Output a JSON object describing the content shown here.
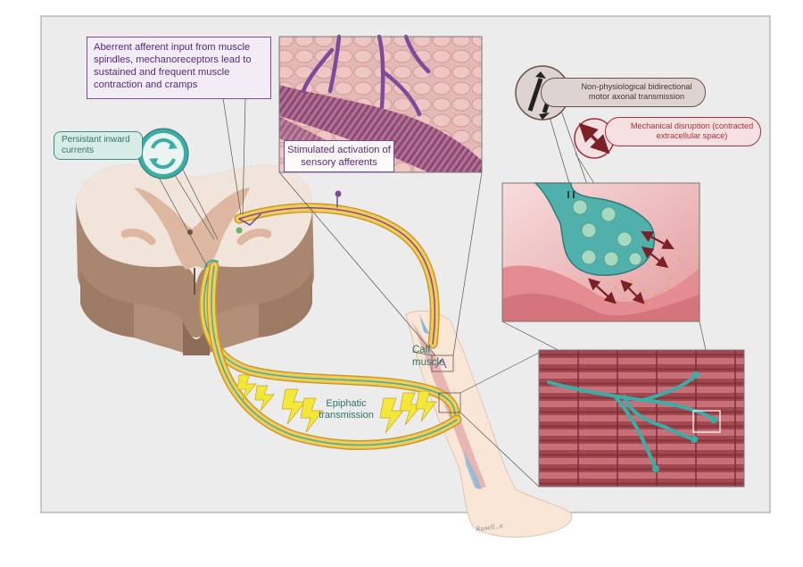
{
  "labels": {
    "aberrent": "Aberrent afferent input from muscle spindles, mechanoreceptors lead to sustained and frequent muscle contraction and cramps",
    "persistent": "Persistant inward currents",
    "stimulated": "Stimulated activation of sensory afferents",
    "nonphysiological": "Non-physiological bidirectional motor axonal transmission",
    "mechanical": "Mechanical disruption (contracted extracellular space)",
    "calf": "Calf muscle",
    "epiphatic": "Epiphatic transmission",
    "signature": "Ruseli..n"
  },
  "colors": {
    "panel": "#ececec",
    "border": "#9a9a9a",
    "myelin": "#f2cc55",
    "axon_teal": "#3aaea6",
    "sensory_purple": "#7d4b9a",
    "muscle_red": "#b05a68",
    "lightning": "#f3e83a",
    "spinal_cord": "#f1e4da",
    "gray_matter": "#ddb79f",
    "skin": "#fae6d7"
  },
  "icons": [
    "cycle-arrows-icon",
    "bidirectional-arrows-icon",
    "double-arrow-icon",
    "lightning-icon"
  ]
}
